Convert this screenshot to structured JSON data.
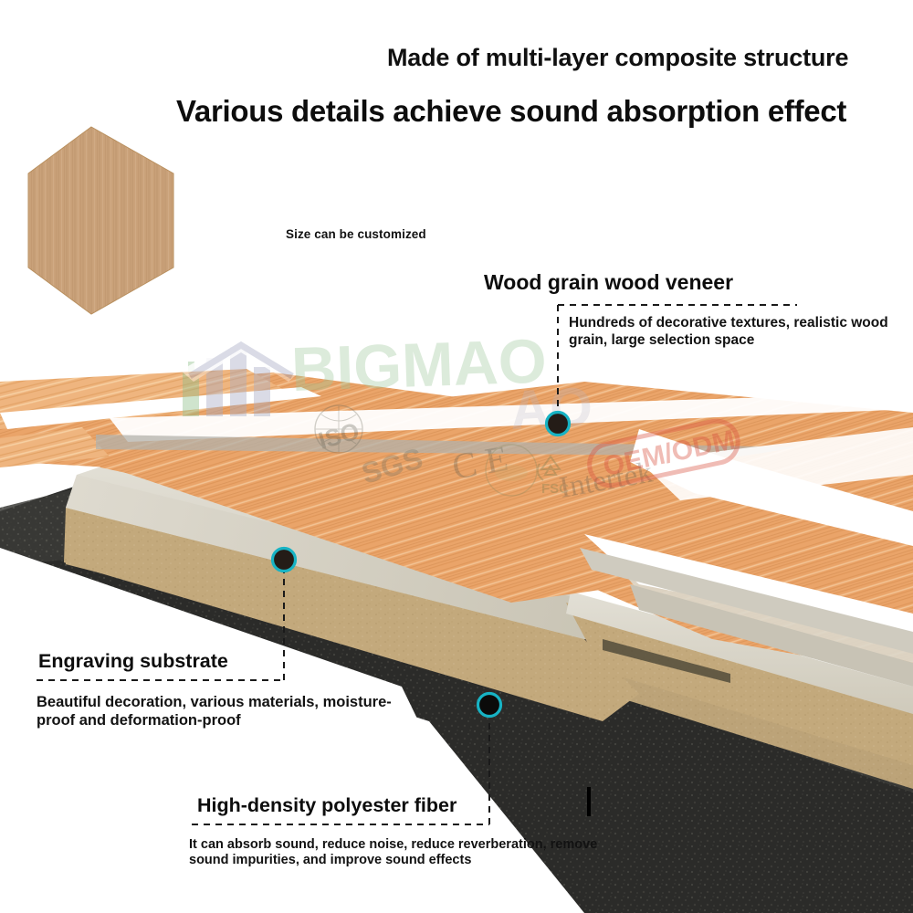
{
  "headings": {
    "top": "Made of multi-layer composite structure",
    "main": "Various details achieve sound absorption effect"
  },
  "hexagon": {
    "label": "Size can be customized",
    "fill_color": "#c9a179"
  },
  "callouts": [
    {
      "id": "wood-veneer",
      "title": "Wood grain wood veneer",
      "body": "Hundreds of decorative textures, realistic wood grain, large selection space",
      "marker_color": "#17b3c4"
    },
    {
      "id": "engraving-substrate",
      "title": "Engraving substrate",
      "body": "Beautiful decoration, various materials, moisture-proof and deformation-proof",
      "marker_color": "#17b3c4"
    },
    {
      "id": "polyester-fiber",
      "title": "High-density polyester fiber",
      "body": "It can absorb sound, reduce noise, reduce reverberation, remove sound impurities, and improve sound effects",
      "marker_color": "#17b3c4"
    }
  ],
  "watermarks": {
    "brand": "BIGMAO",
    "certifications": [
      "ISO",
      "SGS",
      "CE",
      "FSC",
      "Intertek"
    ],
    "badge": "OEM/ODM",
    "badge_color": "#d9503f",
    "logo_green": "#8fbf8a",
    "logo_grey": "#a8acc4"
  },
  "colors": {
    "wood_veneer": "#eaa469",
    "wood_veneer_light": "#f3c79b",
    "mdf_top": "#d6d2c6",
    "mdf_side": "#c3a97c",
    "fiber_dark": "#2b2b29",
    "background": "#ffffff",
    "text": "#0d0d0d",
    "marker_ring": "#17b3c4",
    "marker_fill": "#241c17"
  }
}
